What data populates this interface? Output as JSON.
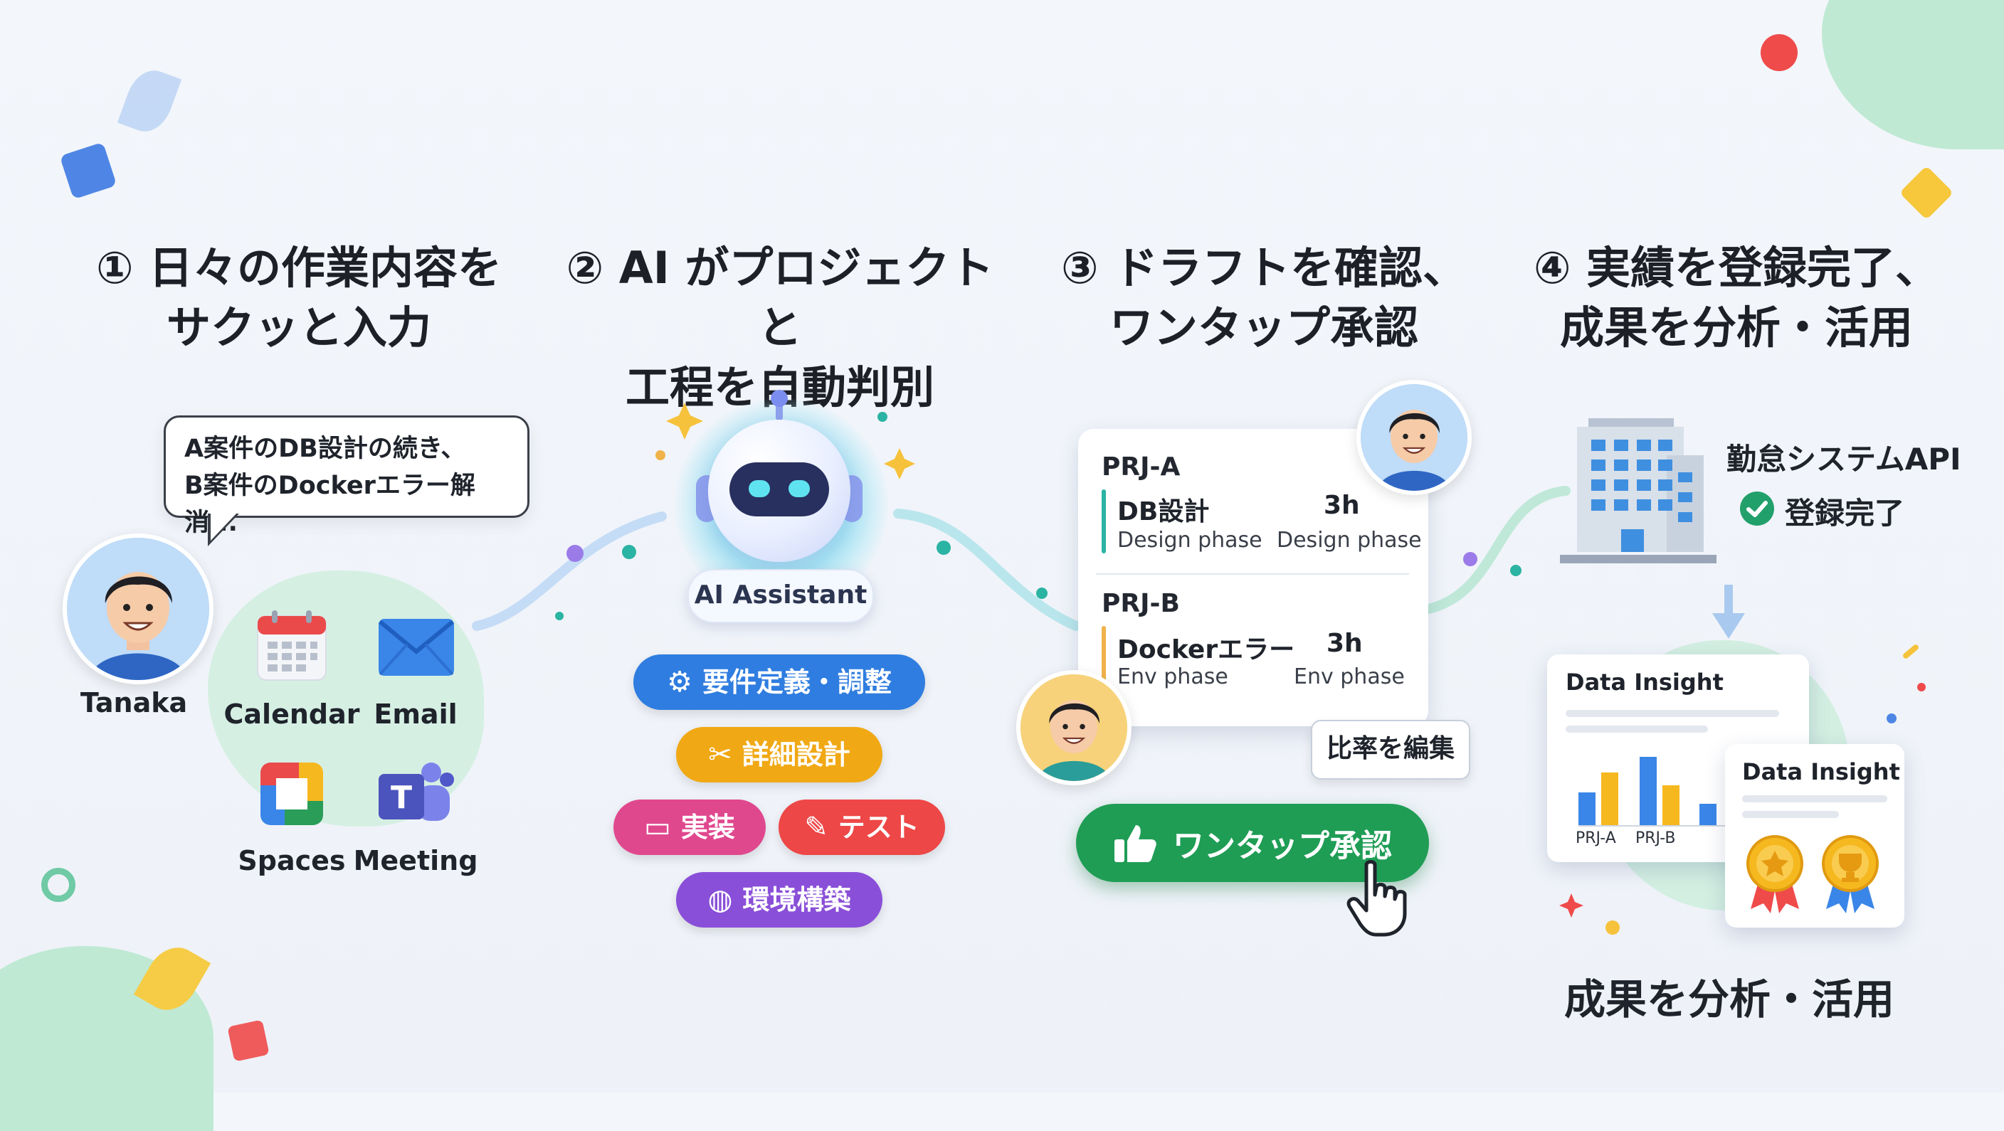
{
  "steps": [
    {
      "line1": "① 日々の作業内容を",
      "line2": "サクッと入力"
    },
    {
      "line1": "② AI がプロジェクトと",
      "line2": "工程を自動判別"
    },
    {
      "line1": "③ ドラフトを確認、",
      "line2": "ワンタップ承認"
    },
    {
      "line1": "④ 実績を登録完了、",
      "line2": "成果を分析・活用"
    }
  ],
  "input": {
    "bubble_line1": "A案件のDB設計の続き、",
    "bubble_line2": "B案件のDockerエラー解消...",
    "user_name": "Tanaka",
    "apps": [
      {
        "label": "Calendar",
        "icon": "calendar-icon"
      },
      {
        "label": "Email",
        "icon": "email-icon"
      },
      {
        "label": "Spaces",
        "icon": "spaces-icon"
      },
      {
        "label": "Meeting",
        "icon": "meeting-icon"
      }
    ]
  },
  "ai": {
    "assistant_label": "AI Assistant",
    "chips": [
      {
        "label": "要件定義・調整",
        "icon": "gear-icon",
        "color": "#2f7de0"
      },
      {
        "label": "詳細設計",
        "icon": "tools-icon",
        "color": "#f0a814"
      },
      {
        "label": "実装",
        "icon": "laptop-icon",
        "color": "#e0488e"
      },
      {
        "label": "テスト",
        "icon": "test-tube-icon",
        "color": "#ee4747"
      },
      {
        "label": "環境構築",
        "icon": "globe-icon",
        "color": "#8a4fd8"
      }
    ]
  },
  "draft": {
    "projects": [
      {
        "name": "PRJ-A",
        "task": "DB設計",
        "hours": "3h",
        "phase_left": "Design phase",
        "phase_right": "Design phase",
        "accent": "#2bb3a3"
      },
      {
        "name": "PRJ-B",
        "task": "Dockerエラー",
        "hours": "3h",
        "phase_left": "Env phase",
        "phase_right": "Env phase",
        "accent": "#f0b24a"
      }
    ],
    "edit_label": "比率を編集",
    "approve_label": "ワンタップ承認"
  },
  "result": {
    "api_label": "勤怠システムAPI",
    "done_label": "登録完了",
    "insight_title_1": "Data Insight",
    "insight_title_2": "Data Insight",
    "chart_ticks": [
      "PRJ-A",
      "PRJ-B"
    ],
    "bottom_title": "成果を分析・活用"
  },
  "colors": {
    "accent_green": "#1f9d55",
    "accent_blue": "#2f7de0",
    "success_check": "#22a06b"
  }
}
